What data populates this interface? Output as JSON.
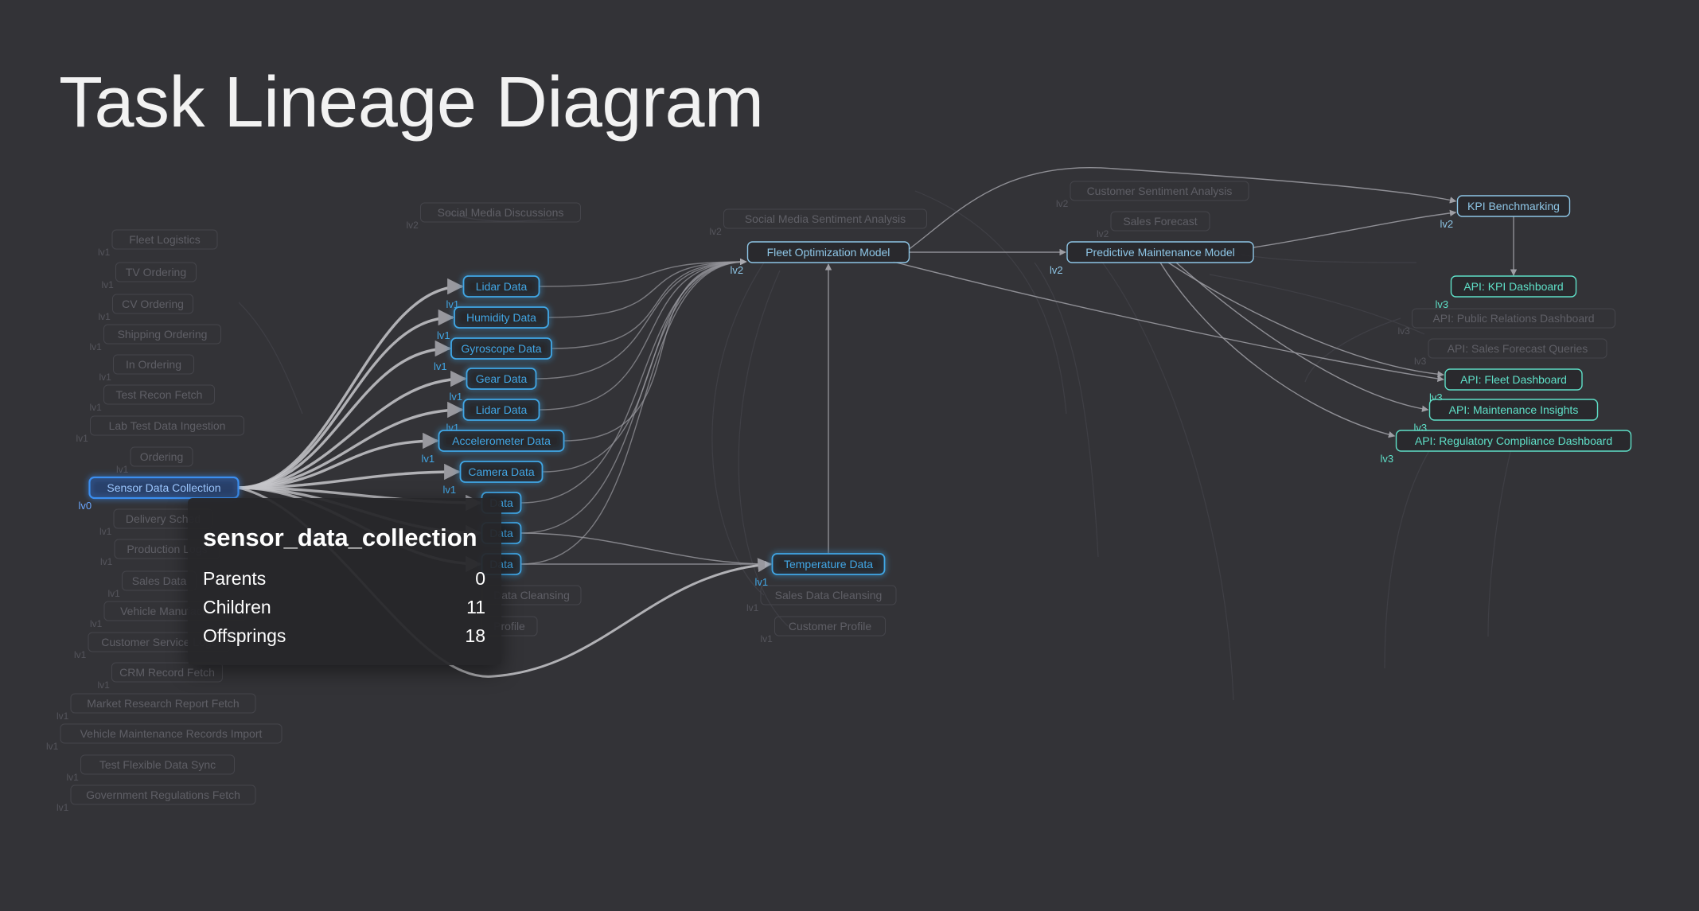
{
  "page": {
    "title": "Task Lineage Diagram"
  },
  "colors": {
    "background": "#333337",
    "selected_node": "#3a8ef0",
    "level1_node": "#41a7e6",
    "level2_node": "#8ec6e6",
    "level3_node": "#5fe0c8",
    "edge": "#9a9aa0",
    "dimmed": "#4b4b51"
  },
  "selected": {
    "label": "Sensor Data Collection",
    "level": "lv0"
  },
  "level1_nodes": [
    {
      "label": "Lidar Data",
      "level": "lv1"
    },
    {
      "label": "Humidity Data",
      "level": "lv1"
    },
    {
      "label": "Gyroscope Data",
      "level": "lv1"
    },
    {
      "label": "Gear Data",
      "level": "lv1"
    },
    {
      "label": "Lidar Data",
      "level": "lv1"
    },
    {
      "label": "Accelerometer Data",
      "level": "lv1"
    },
    {
      "label": "Camera Data",
      "level": "lv1"
    },
    {
      "label": "Data",
      "level": ""
    },
    {
      "label": "Data",
      "level": ""
    },
    {
      "label": "Data",
      "level": ""
    },
    {
      "label": "Temperature Data",
      "level": "lv1"
    }
  ],
  "level2_nodes": [
    {
      "label": "Fleet Optimization Model",
      "level": "lv2"
    },
    {
      "label": "Predictive Maintenance Model",
      "level": "lv2"
    },
    {
      "label": "KPI Benchmarking",
      "level": "lv2"
    }
  ],
  "level3_nodes": [
    {
      "label": "API: KPI Dashboard",
      "level": "lv3"
    },
    {
      "label": "API: Fleet Dashboard",
      "level": "lv3"
    },
    {
      "label": "API: Maintenance Insights",
      "level": "lv3"
    },
    {
      "label": "API: Regulatory Compliance Dashboard",
      "level": "lv3"
    }
  ],
  "dimmed_nodes": [
    {
      "label": "Social Media Discussions",
      "level": "lv2"
    },
    {
      "label": "Social Media Sentiment Analysis",
      "level": "lv2"
    },
    {
      "label": "Customer Sentiment Analysis",
      "level": "lv2"
    },
    {
      "label": "Sales Forecast",
      "level": "lv2"
    },
    {
      "label": "API: Public Relations Dashboard",
      "level": "lv3"
    },
    {
      "label": "API: Sales Forecast Queries",
      "level": "lv3"
    },
    {
      "label": "Sales Data Cleansing",
      "level": "lv1"
    },
    {
      "label": "Customer Profile",
      "level": "lv1"
    },
    {
      "label": "Data Cleansing",
      "level": ""
    },
    {
      "label": "Profile",
      "level": ""
    },
    {
      "label": "Fleet Logistics",
      "level": "lv1"
    },
    {
      "label": "TV Ordering",
      "level": "lv1"
    },
    {
      "label": "CV Ordering",
      "level": "lv1"
    },
    {
      "label": "Shipping Ordering",
      "level": "lv1"
    },
    {
      "label": "In Ordering",
      "level": "lv1"
    },
    {
      "label": "Test Recon Fetch",
      "level": "lv1"
    },
    {
      "label": "Lab Test Data Ingestion",
      "level": "lv1"
    },
    {
      "label": "Ordering",
      "level": "lv1"
    },
    {
      "label": "Delivery Sched",
      "level": "lv1"
    },
    {
      "label": "Production Logs",
      "level": "lv1"
    },
    {
      "label": "Sales Data",
      "level": "lv1"
    },
    {
      "label": "Vehicle Manufacturing",
      "level": "lv1"
    },
    {
      "label": "Customer Service Logs",
      "level": "lv1"
    },
    {
      "label": "CRM Record Fetch",
      "level": "lv1"
    },
    {
      "label": "Market Research Report Fetch",
      "level": "lv1"
    },
    {
      "label": "Vehicle Maintenance Records Import",
      "level": "lv1"
    },
    {
      "label": "Test Flexible Data Sync",
      "level": "lv1"
    },
    {
      "label": "Government Regulations Fetch",
      "level": "lv1"
    }
  ],
  "tooltip": {
    "title": "sensor_data_collection",
    "rows": [
      {
        "label": "Parents",
        "value": "0"
      },
      {
        "label": "Children",
        "value": "11"
      },
      {
        "label": "Offsprings",
        "value": "18"
      }
    ]
  }
}
